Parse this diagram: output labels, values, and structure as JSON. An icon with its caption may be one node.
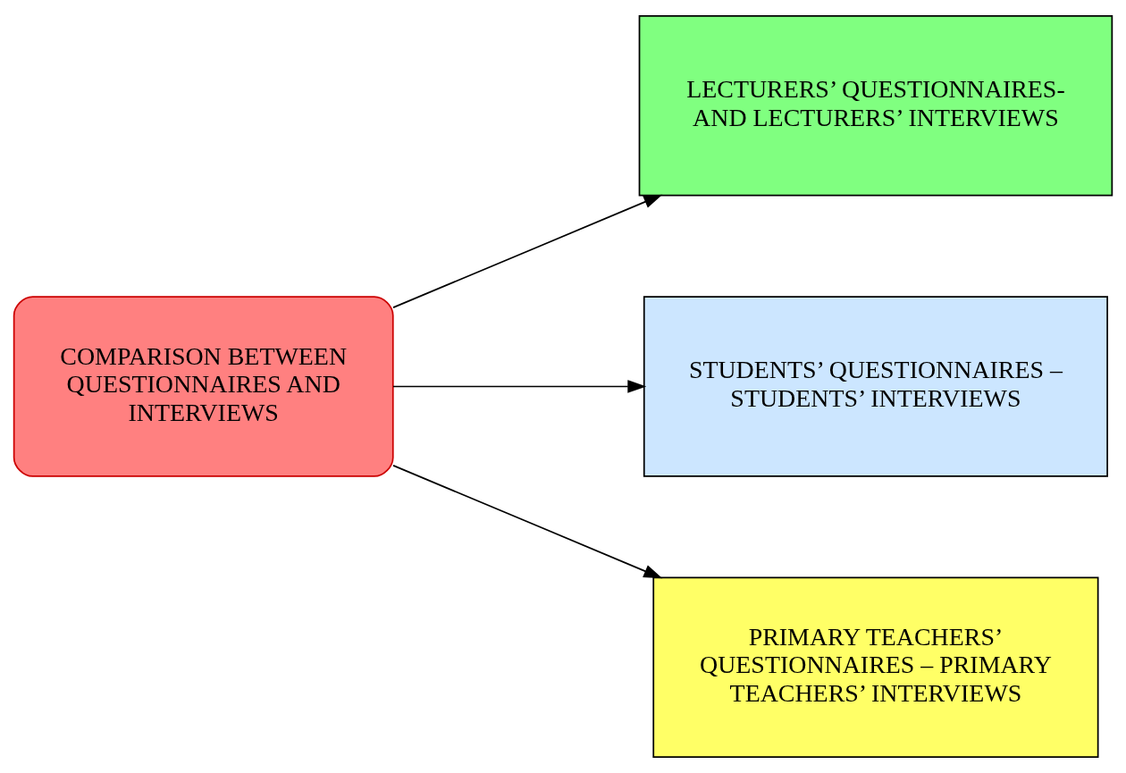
{
  "diagram": {
    "nodes": [
      {
        "text": [
          "COMPARISON BETWEEN QUESTIONNAIRES AND INTERVIEWS"
        ]
      },
      {
        "text": [
          "LECTURERS’ QUESTIONNAIRES- AND LECTURERS’ INTERVIEWS"
        ]
      },
      {
        "text": [
          "STUDENTS’ QUESTIONNAIRES – STUDENTS’ INTERVIEWS"
        ]
      },
      {
        "text": [
          "PRIMARY TEACHERS’ QUESTIONNAIRES – PRIMARY TEACHERS’ INTERVIEWS"
        ]
      }
    ],
    "edges": [
      {
        "from": 0,
        "to": 1,
        "arrow": "to"
      },
      {
        "from": 0,
        "to": 2,
        "arrow": "to"
      },
      {
        "from": 0,
        "to": 3,
        "arrow": "to"
      }
    ]
  }
}
